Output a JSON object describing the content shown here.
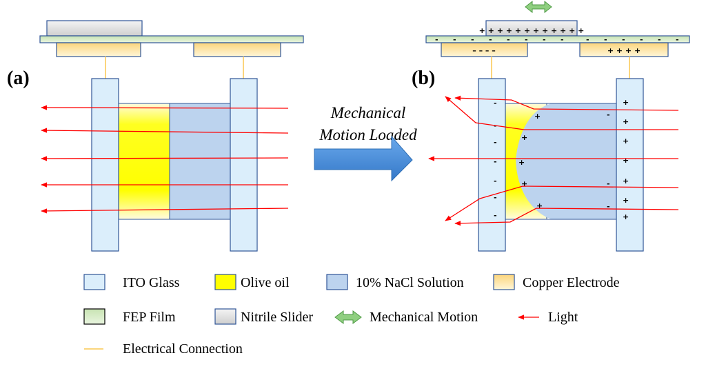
{
  "colors": {
    "ito_glass": "#dbeefb",
    "olive_oil": "#ffff00",
    "nacl_solution": "#bcd3ee",
    "copper_electrode": "#fce49c",
    "fep_film": "#d4eac4",
    "nitrile_slider": "#d9d9d9",
    "mechanical_motion": "#8fcf80",
    "light": "#ff0000",
    "electrical_connection": "#fbd57c",
    "big_arrow": "#4a8fd8"
  },
  "panels": {
    "a_label": "(a)",
    "b_label": "(b)"
  },
  "transition_arrow": {
    "line1": "Mechanical",
    "line2": "Motion Loaded"
  },
  "charges": {
    "plus": "+",
    "minus": "-",
    "slider_charges": "+ + + + + + + + + + + +",
    "left_electrode_charges": "–   –   –   –",
    "right_electrode_charges": "+   +   +   +"
  },
  "legend": {
    "ito_glass": "ITO Glass",
    "olive_oil": "Olive oil",
    "nacl": "10% NaCl Solution",
    "copper": "Copper Electrode",
    "fep": "FEP Film",
    "nitrile": "Nitrile Slider",
    "motion": "Mechanical Motion",
    "light": "Light",
    "connection": "Electrical Connection"
  }
}
